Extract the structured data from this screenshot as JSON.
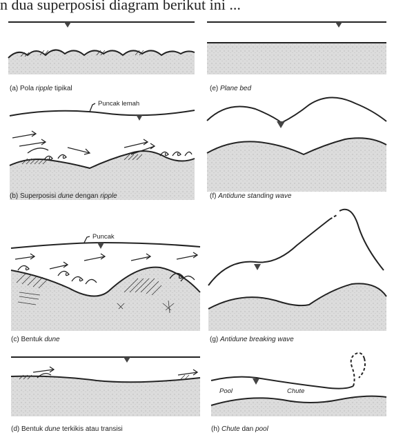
{
  "top_text": "n dua superposisi diagram berikut ini ...",
  "panels": {
    "a": {
      "prefix": "(a)  Pola ",
      "italic": "ripple",
      "suffix": " tipikal"
    },
    "e": {
      "prefix": "(e)  ",
      "italic": "Plane bed",
      "suffix": ""
    },
    "b": {
      "prefix": "(b)  Superposisi ",
      "italic": "dune",
      "suffix": " dengan ",
      "italic2": "ripple",
      "label": "Puncak lemah"
    },
    "f": {
      "prefix": "(f)  ",
      "italic": "Antidune standing wave",
      "suffix": ""
    },
    "c": {
      "prefix": "(c)  Bentuk ",
      "italic": "dune",
      "suffix": "",
      "label": "Puncak"
    },
    "g": {
      "prefix": "(g)  ",
      "italic": "Antidune breaking wave",
      "suffix": ""
    },
    "d": {
      "prefix": "(d)  Bentuk ",
      "italic": "dune",
      "suffix": " terkikis atau transisi"
    },
    "h": {
      "prefix": "(h)  ",
      "italic": "Chute",
      "suffix": " dan ",
      "italic2": "pool",
      "pool_label": "Pool",
      "chute_label": "Chute"
    }
  }
}
